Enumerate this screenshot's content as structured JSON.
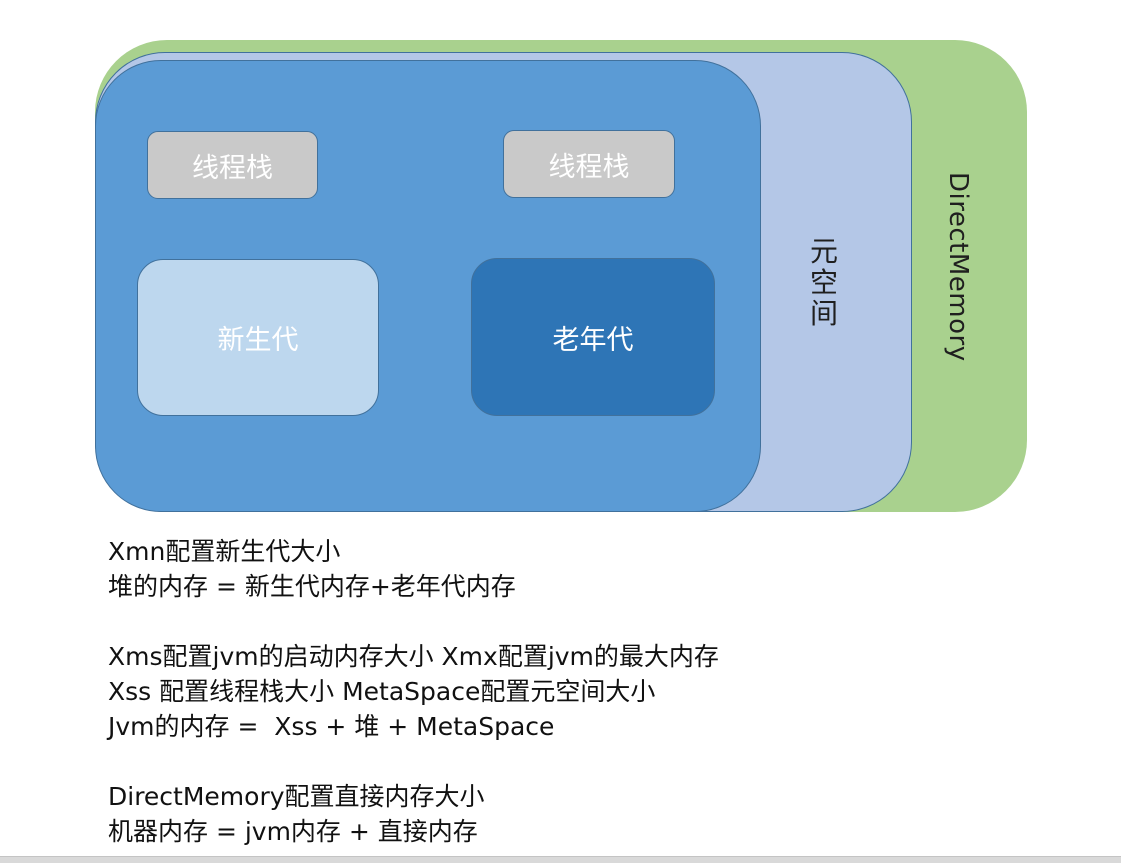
{
  "diagram": {
    "regions": {
      "direct_memory": {
        "label": "DirectMemory",
        "color": "#a9d18e"
      },
      "metaspace": {
        "label": "元\n空\n间",
        "color": "#b4c7e7"
      },
      "heap": {
        "color": "#5b9bd5"
      },
      "thread_stack_1": {
        "label": "线程栈",
        "color": "#c9c9c9"
      },
      "thread_stack_2": {
        "label": "线程栈",
        "color": "#c9c9c9"
      },
      "young_gen": {
        "label": "新生代",
        "color": "#bdd7ee"
      },
      "old_gen": {
        "label": "老年代",
        "color": "#2e75b6"
      }
    }
  },
  "notes": {
    "lines": [
      "Xmn配置新生代大小",
      "堆的内存 = 新生代内存+老年代内存",
      "",
      "Xms配置jvm的启动内存大小 Xmx配置jvm的最大内存",
      "Xss 配置线程栈大小 MetaSpace配置元空间大小",
      "Jvm的内存 =  Xss + 堆 + MetaSpace",
      "",
      "DirectMemory配置直接内存大小",
      "机器内存 = jvm内存 + 直接内存"
    ]
  }
}
